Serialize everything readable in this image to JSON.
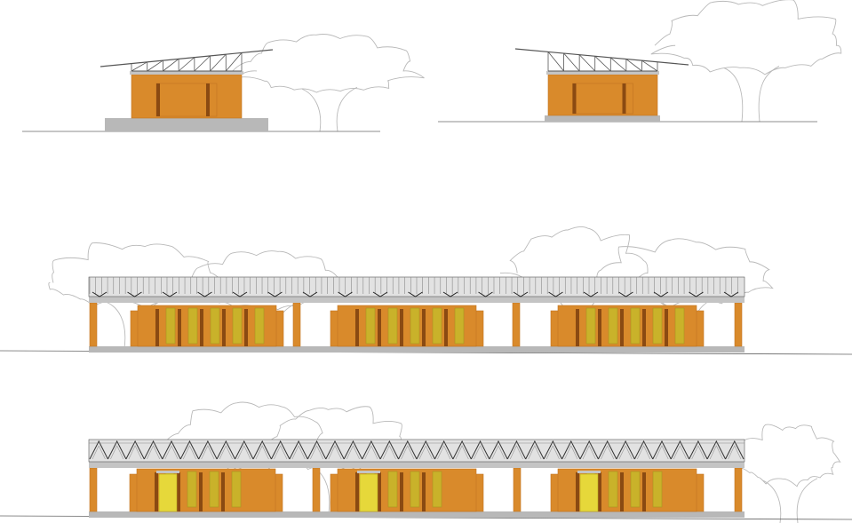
{
  "colors": {
    "wall": "#d98a2b",
    "wall_dark": "#8a4a12",
    "wall_edge": "#c07420",
    "shutter": "#c9b22a",
    "door": "#e6d83a",
    "slab": "#b8b8b8",
    "beam": "#c4c4c4",
    "roof_fill": "#e2e2e2",
    "roof_line": "#555555",
    "tree_line": "#b9b9b9",
    "ground_line": "#666666"
  },
  "elevations": {
    "small_pavilion_left": {
      "truss_panels": 7
    },
    "small_pavilion_right": {
      "truss_panels": 7
    },
    "long_block_upper": {
      "blocks": 3,
      "shutters_per_block": 5,
      "roof_ribs": 110
    },
    "long_block_lower": {
      "blocks": 3,
      "shutters_per_block": 4,
      "roof_teeth": 36
    }
  }
}
